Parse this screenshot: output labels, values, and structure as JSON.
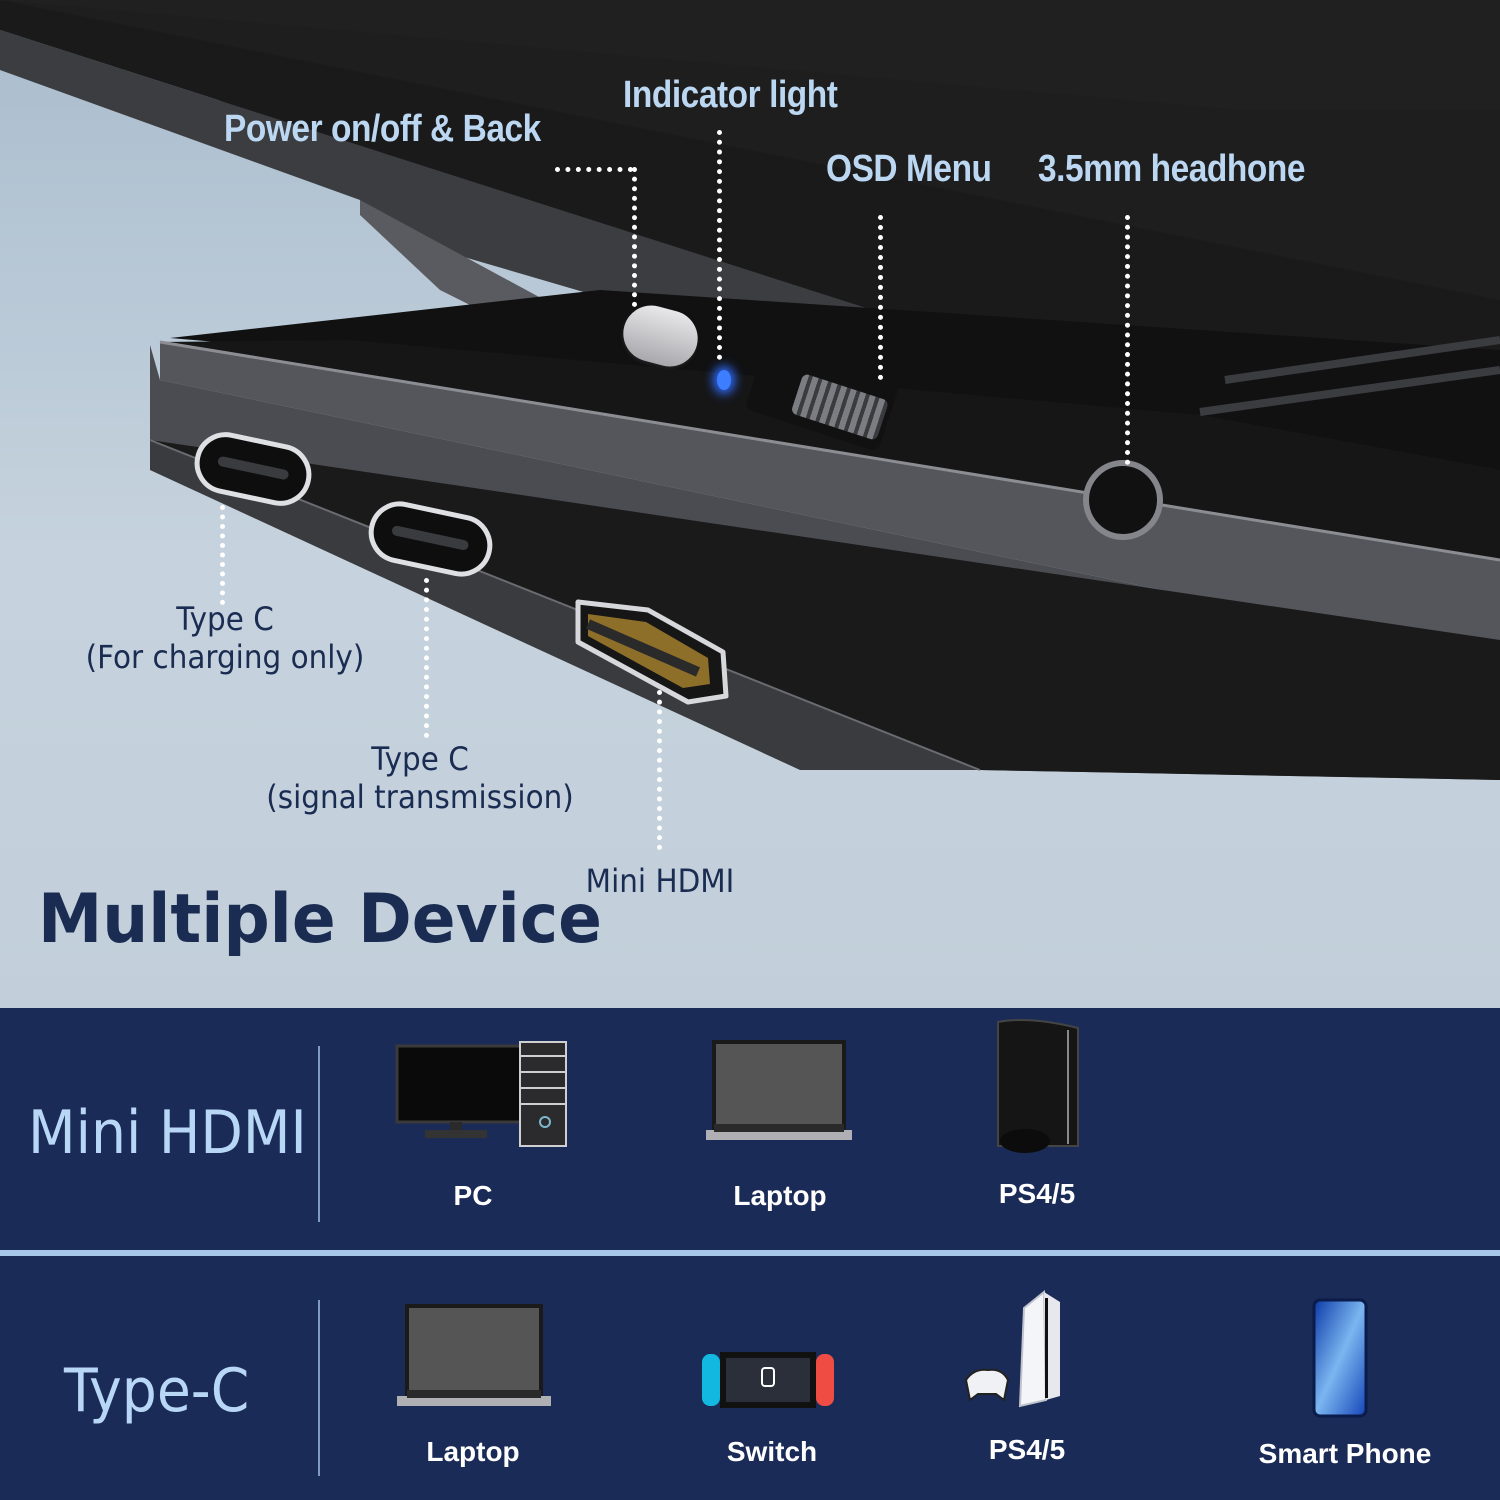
{
  "hero": {
    "callouts_top": {
      "power": "Power on/off & Back",
      "indicator": "Indicator light",
      "osd": "OSD Menu",
      "headphone": "3.5mm headhone"
    },
    "callouts_ports": {
      "typec_charging_line1": "Type C",
      "typec_charging_line2": "(For charging only)",
      "typec_signal_line1": "Type C",
      "typec_signal_line2": "(signal transmission)",
      "mini_hdmi": "Mini HDMI"
    },
    "title": "Multiple Device",
    "colors": {
      "callout_top": "#bcd7f2",
      "callout_port": "#1b2c52",
      "indicator_led": "#3d7dff",
      "hdmi_gold": "#c9a24a"
    }
  },
  "compat": {
    "band_color": "#1b2b57",
    "separator_color": "#a6c6ea",
    "rows": [
      {
        "title": "Mini HDMI",
        "devices": [
          {
            "label": "PC",
            "icon": "desktop-pc-icon"
          },
          {
            "label": "Laptop",
            "icon": "laptop-icon"
          },
          {
            "label": "PS4/5",
            "icon": "ps3-console-icon"
          }
        ]
      },
      {
        "title": "Type-C",
        "devices": [
          {
            "label": "Laptop",
            "icon": "laptop-icon"
          },
          {
            "label": "Switch",
            "icon": "nintendo-switch-icon"
          },
          {
            "label": "PS4/5",
            "icon": "ps5-console-icon"
          },
          {
            "label": "Smart Phone",
            "icon": "smartphone-icon"
          }
        ]
      }
    ]
  }
}
